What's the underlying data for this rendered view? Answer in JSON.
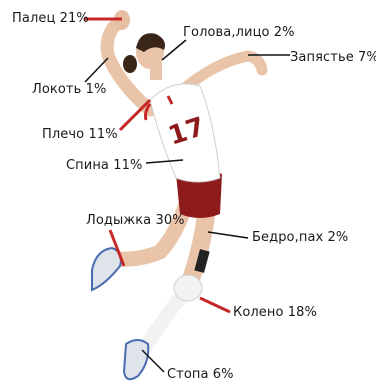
{
  "injury_diagram": {
    "labels": [
      {
        "id": "finger",
        "text": "Палец 21%",
        "marker_color": "#c62828"
      },
      {
        "id": "head",
        "text": "Голова,лицо 2%",
        "marker_color": "#111111"
      },
      {
        "id": "wrist",
        "text": "Запястье 7%",
        "marker_color": "#111111"
      },
      {
        "id": "elbow",
        "text": "Локоть 1%",
        "marker_color": "#111111"
      },
      {
        "id": "shoulder",
        "text": "Плечо 11%",
        "marker_color": "#c62828"
      },
      {
        "id": "back",
        "text": "Спина 11%",
        "marker_color": "#111111"
      },
      {
        "id": "ankle",
        "text": "Лодыжка 30%",
        "marker_color": "#c62828"
      },
      {
        "id": "hip",
        "text": "Бедро,пах 2%",
        "marker_color": "#111111"
      },
      {
        "id": "knee",
        "text": "Колено 18%",
        "marker_color": "#c62828"
      },
      {
        "id": "foot",
        "text": "Стопа 6%",
        "marker_color": "#111111"
      }
    ],
    "player": {
      "jersey_number": "17",
      "jersey_color": "#ffffff",
      "shorts_color": "#8e1b1b",
      "kneepad_color": "#f2f2f2",
      "skin_color": "#e9c4a8",
      "hair_color": "#3a2618"
    }
  }
}
